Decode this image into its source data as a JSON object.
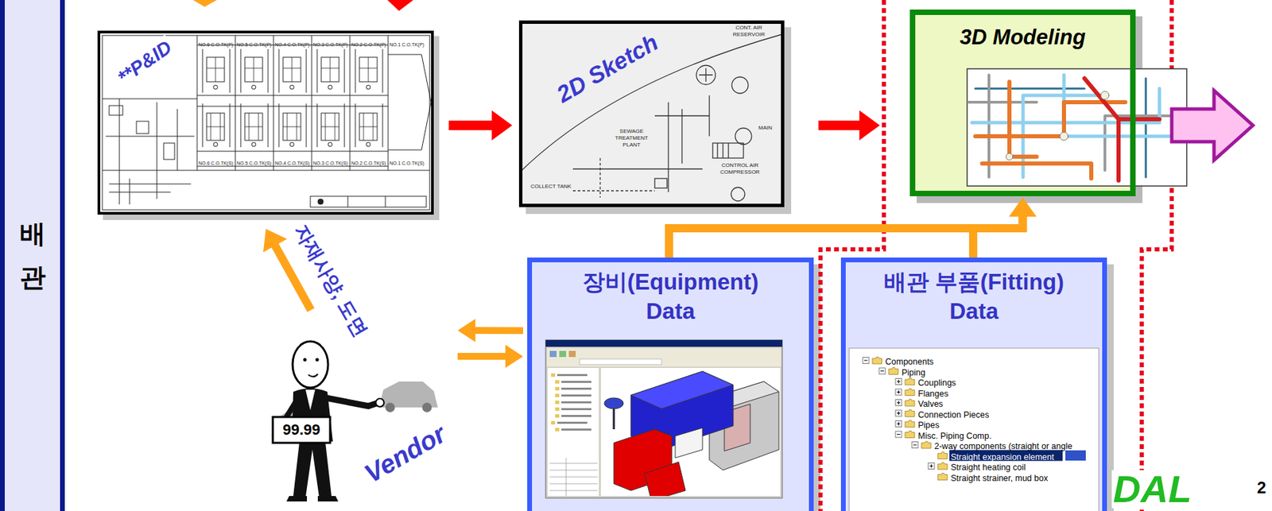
{
  "diagram": {
    "nodes": [
      {
        "text": [
          "배관"
        ]
      },
      {
        "text": [
          "**P&ID"
        ]
      },
      {
        "text": [
          "2D Sketch"
        ]
      },
      {
        "text": [
          "3D Modeling"
        ]
      },
      {
        "text": [
          "Vendor"
        ]
      },
      {
        "text": [
          "장비(Equipment) Data"
        ]
      },
      {
        "text": [
          "배관 부품(Fitting) Data"
        ]
      }
    ],
    "edges": [
      {
        "from": 1,
        "to": 2,
        "arrow": "to"
      },
      {
        "from": 2,
        "to": 3,
        "arrow": "to"
      },
      {
        "from": 4,
        "to": 1,
        "label": "자재사양, 도면",
        "arrow": "to"
      },
      {
        "from": 5,
        "to": 4,
        "arrow": "to"
      },
      {
        "from": 4,
        "to": 5,
        "arrow": "to"
      },
      {
        "from": 5,
        "to": 3,
        "arrow": "to"
      },
      {
        "from": 6,
        "to": 3,
        "arrow": "to"
      }
    ],
    "labels": [
      "99.99",
      "NO.6 C.O.TK(P)",
      "NO.5 C.O.TK(P)",
      "NO.4 C.O.TK(P)",
      "NO.3 C.O.TK(P)",
      "NO.2 C.O.TK(P)",
      "NO.1 C.O.TK(P)",
      "NO.6 C.O.TK(S)",
      "NO.5 C.O.TK(S)",
      "NO.4 C.O.TK(S)",
      "NO.3 C.O.TK(S)",
      "NO.2 C.O.TK(S)",
      "NO.1 C.O.TK(S)",
      "SEWAGE TREATMENT PLANT",
      "COLLECT TANK",
      "CONT. AIR RESERVOIR",
      "CONTROL AIR COMPRESSOR",
      "MAIN",
      "Components",
      "Piping",
      "Couplings",
      "Flanges",
      "Valves",
      "Connection Pieces",
      "Pipes",
      "Misc. Piping Comp.",
      "2-way components (straight or angle",
      "Straight expansion element",
      "Straight heating coil",
      "Straight strainer, mud box",
      "DAL",
      "2"
    ]
  }
}
